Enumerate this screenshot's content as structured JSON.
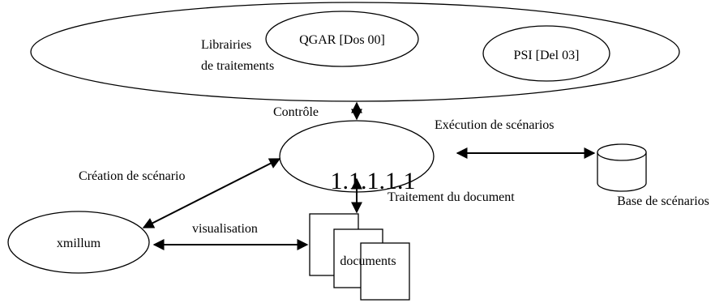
{
  "diagram": {
    "libraries": {
      "label_line1": "Librairies",
      "label_line2": "de traitements",
      "qgar": "QGAR [Dos 00]",
      "psi": "PSI [Del 03]"
    },
    "controller": {
      "label": "1.1.1.1.1"
    },
    "database": {
      "label": "Base de scénarios"
    },
    "viewer": {
      "label": "xmillum"
    },
    "documents": {
      "label": "documents"
    },
    "edges": {
      "control": "Contrôle",
      "execution": "Exécution de scénarios",
      "creation": "Création de scénario",
      "processing": "Traitement du document",
      "visualisation": "visualisation"
    }
  }
}
